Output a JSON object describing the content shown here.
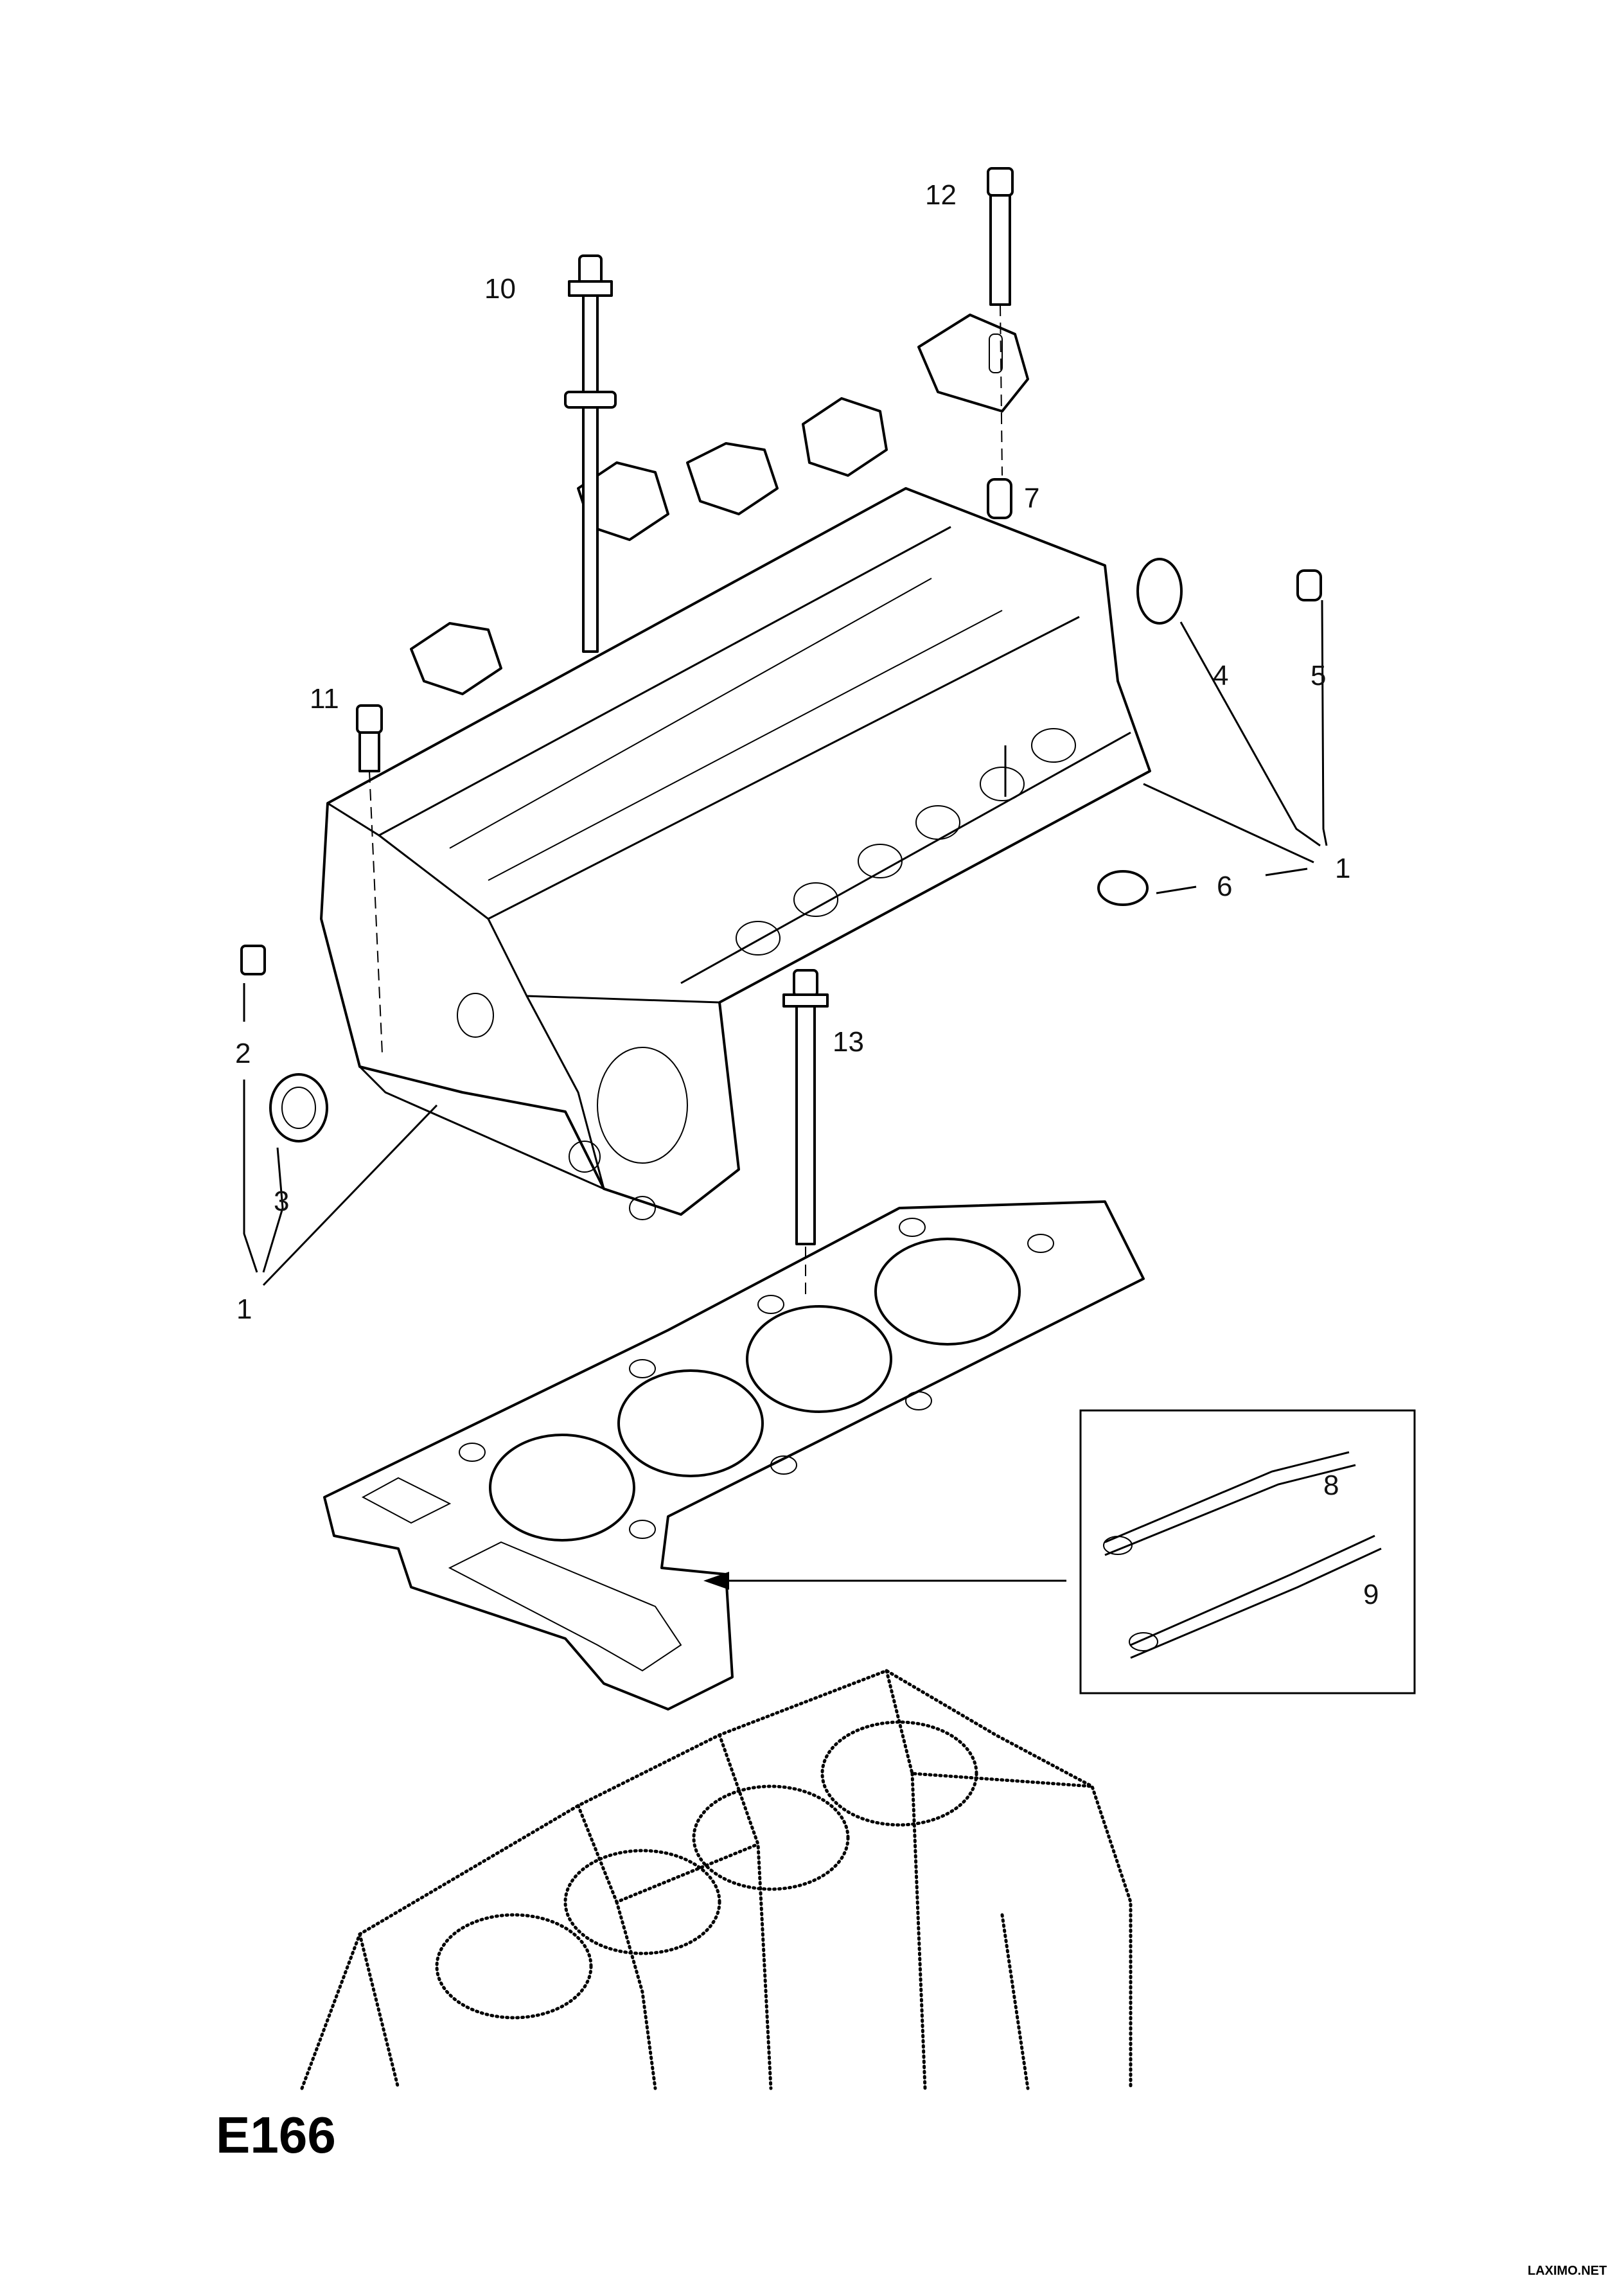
{
  "diagram": {
    "code": "E166",
    "watermark": "LAXIMO.NET",
    "callouts": [
      {
        "key": "c1a",
        "label": "1"
      },
      {
        "key": "c1b",
        "label": "1"
      },
      {
        "key": "c2",
        "label": "2"
      },
      {
        "key": "c3",
        "label": "3"
      },
      {
        "key": "c4",
        "label": "4"
      },
      {
        "key": "c5",
        "label": "5"
      },
      {
        "key": "c6",
        "label": "6"
      },
      {
        "key": "c7",
        "label": "7"
      },
      {
        "key": "c8",
        "label": "8"
      },
      {
        "key": "c9",
        "label": "9"
      },
      {
        "key": "c10",
        "label": "10"
      },
      {
        "key": "c11",
        "label": "11"
      },
      {
        "key": "c12",
        "label": "12"
      },
      {
        "key": "c13",
        "label": "13"
      }
    ]
  }
}
